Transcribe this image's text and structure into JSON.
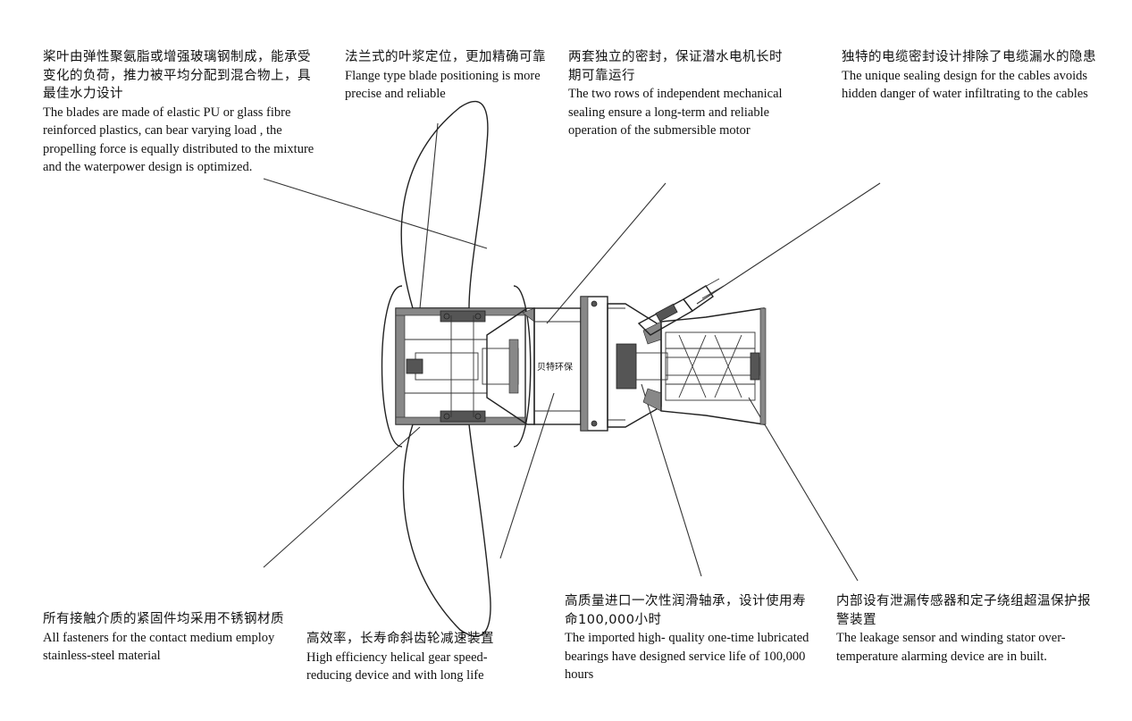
{
  "callouts": [
    {
      "zh": "桨叶由弹性聚氨脂或增强玻璃钢制成，能承受变化的负荷，推力被平均分配到混合物上，具最佳水力设计",
      "en": "The blades are made of elastic PU or glass fibre reinforced plastics, can bear varying load , the propelling force is equally distributed to the mixture and the waterpower design is optimized."
    },
    {
      "zh": "法兰式的叶浆定位，更加精确可靠",
      "en": "Flange type blade positioning is more precise and reliable"
    },
    {
      "zh": "两套独立的密封，保证潜水电机长时期可靠运行",
      "en": "The two rows of independent mechanical sealing ensure a long-term and reliable operation of the submersible motor"
    },
    {
      "zh": "独特的电缆密封设计排除了电缆漏水的隐患",
      "en": "The unique sealing design for the cables avoids hidden danger of water infiltrating to the cables"
    },
    {
      "zh": "所有接触介质的紧固件均采用不锈钢材质",
      "en": "All fasteners for the contact medium employ stainless-steel material"
    },
    {
      "zh": "高效率，长寿命斜齿轮减速装置",
      "en": "High efficiency helical gear speed-reducing device and with long life"
    },
    {
      "zh": "高质量进口一次性润滑轴承，设计使用寿命100,000小时",
      "en": "The imported high- quality one-time lubricated bearings have designed service life of 100,000 hours"
    },
    {
      "zh": "内部设有泄漏传感器和定子绕组超温保护报警装置",
      "en": "The leakage sensor and winding stator over-temperature alarming device are in built."
    }
  ],
  "diagram": {
    "brand_label": "贝特环保"
  }
}
